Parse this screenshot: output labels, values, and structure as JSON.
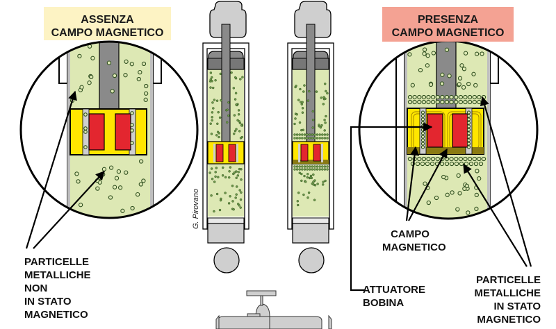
{
  "titles": {
    "left": "ASSENZA\nCAMPO MAGNETICO",
    "right": "PRESENZA\nCAMPO MAGNETICO"
  },
  "labels": {
    "left_particles": "PARTICELLE\nMETALLICHE\nNON\nIN STATO\nMAGNETICO",
    "magnetic_field": "CAMPO\nMAGNETICO",
    "coil_actuator": "ATTUATORE\nBOBINA",
    "right_particles": "PARTICELLE\nMETALLICHE\nIN STATO\nMAGNETICO"
  },
  "credit": "G. Pirovano",
  "colors": {
    "title_left_bg": "#fdf3c4",
    "title_right_bg": "#f4a293",
    "fluid": "#dde8b4",
    "particle": "#6e9a4a",
    "piston_yellow": "#ffe600",
    "coil_red": "#e3262f",
    "rod_gray": "#8a8a8a",
    "body_gray": "#cfcfcf"
  },
  "states": [
    {
      "name": "no-field",
      "particles": "dispersed"
    },
    {
      "name": "field",
      "particles": "aligned"
    }
  ]
}
